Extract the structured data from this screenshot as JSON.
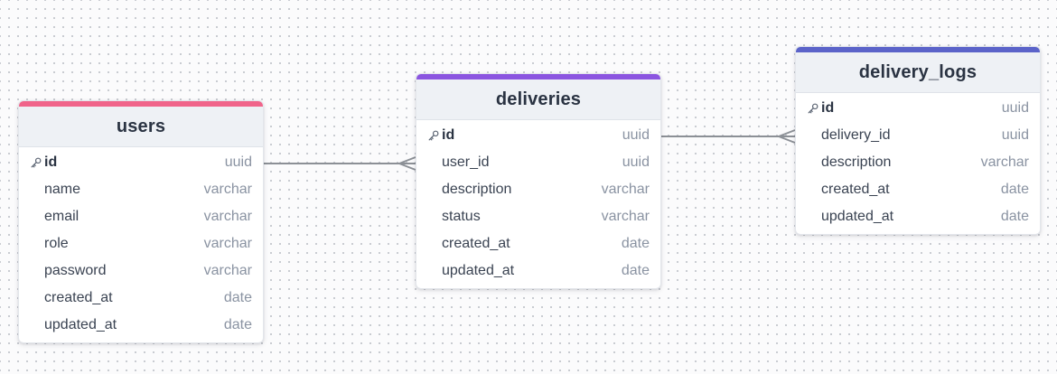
{
  "tables": [
    {
      "id": "users",
      "title": "users",
      "accent_color": "#f0648a",
      "fields": [
        {
          "name": "id",
          "type": "uuid",
          "primary_key": true,
          "icon": "key-icon"
        },
        {
          "name": "name",
          "type": "varchar"
        },
        {
          "name": "email",
          "type": "varchar"
        },
        {
          "name": "role",
          "type": "varchar"
        },
        {
          "name": "password",
          "type": "varchar"
        },
        {
          "name": "created_at",
          "type": "date"
        },
        {
          "name": "updated_at",
          "type": "date"
        }
      ]
    },
    {
      "id": "deliveries",
      "title": "deliveries",
      "accent_color": "#8b55e0",
      "fields": [
        {
          "name": "id",
          "type": "uuid",
          "primary_key": true,
          "icon": "key-icon"
        },
        {
          "name": "user_id",
          "type": "uuid"
        },
        {
          "name": "description",
          "type": "varchar"
        },
        {
          "name": "status",
          "type": "varchar"
        },
        {
          "name": "created_at",
          "type": "date"
        },
        {
          "name": "updated_at",
          "type": "date"
        }
      ]
    },
    {
      "id": "delivery_logs",
      "title": "delivery_logs",
      "accent_color": "#5b63c9",
      "fields": [
        {
          "name": "id",
          "type": "uuid",
          "primary_key": true,
          "icon": "key-icon"
        },
        {
          "name": "delivery_id",
          "type": "uuid"
        },
        {
          "name": "description",
          "type": "varchar"
        },
        {
          "name": "created_at",
          "type": "date"
        },
        {
          "name": "updated_at",
          "type": "date"
        }
      ]
    }
  ],
  "relationships": [
    {
      "from": "users.id",
      "to": "deliveries.user_id",
      "from_cardinality": "one",
      "to_cardinality": "many",
      "line_color": "#8c9096"
    },
    {
      "from": "deliveries.id",
      "to": "delivery_logs.delivery_id",
      "from_cardinality": "one",
      "to_cardinality": "many",
      "line_color": "#8c9096"
    }
  ]
}
